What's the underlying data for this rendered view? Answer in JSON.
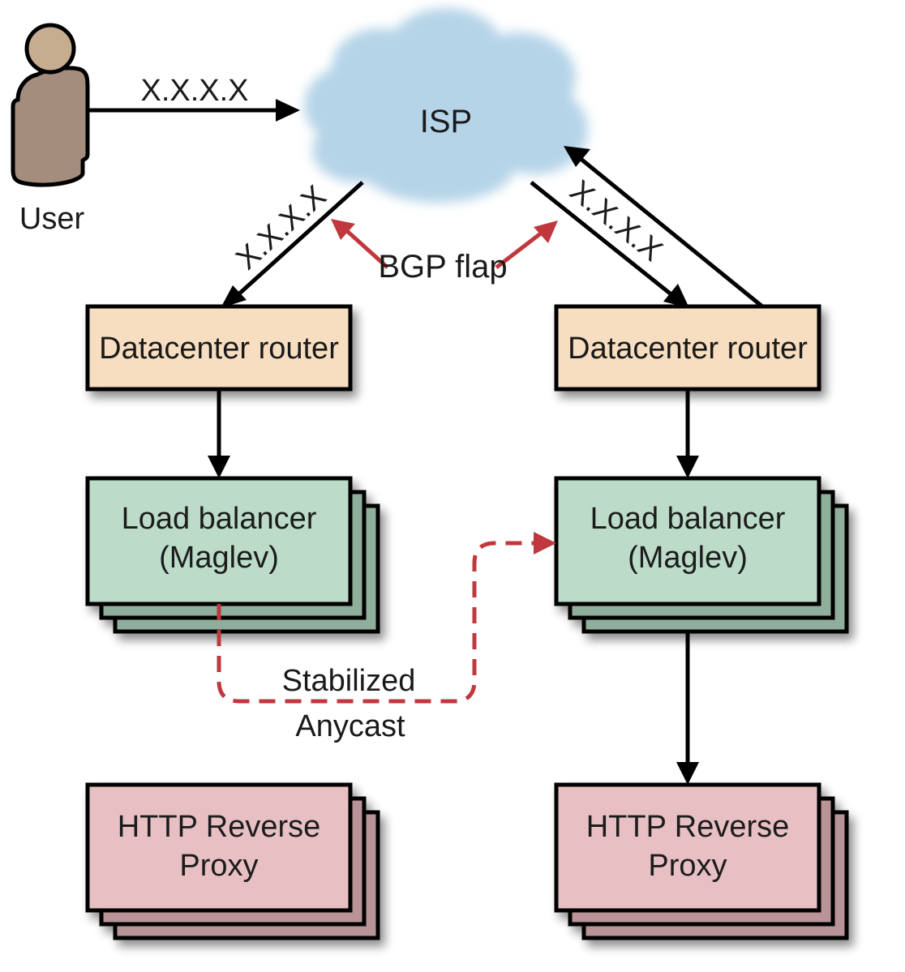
{
  "title": "Stabilized Anycast with BGP flap",
  "colors": {
    "router_fill": "#f8dec0",
    "lb_fill": "#bcdcc9",
    "lb_back_fill": "#8fae9c",
    "proxy_fill": "#e8c0c4",
    "proxy_back_fill": "#b89498",
    "cloud_fill": "#b5d4e8",
    "user_fill": "#a48d7c",
    "user_head": "#c7ad8f",
    "accent_red": "#c0383d",
    "line": "#000000"
  },
  "nodes": {
    "user": {
      "label": "User"
    },
    "isp": {
      "label": "ISP"
    },
    "router_left": {
      "label": "Datacenter router"
    },
    "router_right": {
      "label": "Datacenter router"
    },
    "lb_left": {
      "line1": "Load balancer",
      "line2": "(Maglev)"
    },
    "lb_right": {
      "line1": "Load balancer",
      "line2": "(Maglev)"
    },
    "proxy_left": {
      "line1": "HTTP Reverse",
      "line2": "Proxy"
    },
    "proxy_right": {
      "line1": "HTTP Reverse",
      "line2": "Proxy"
    }
  },
  "edges": {
    "user_to_isp": {
      "label": "X.X.X.X"
    },
    "isp_to_router_left": {
      "label": "X.X.X.X"
    },
    "isp_to_router_right": {
      "label": "X.X.X.X"
    },
    "bgp": {
      "label": "BGP flap"
    },
    "stabilized_anycast": {
      "line1": "Stabilized",
      "line2": "Anycast"
    }
  }
}
